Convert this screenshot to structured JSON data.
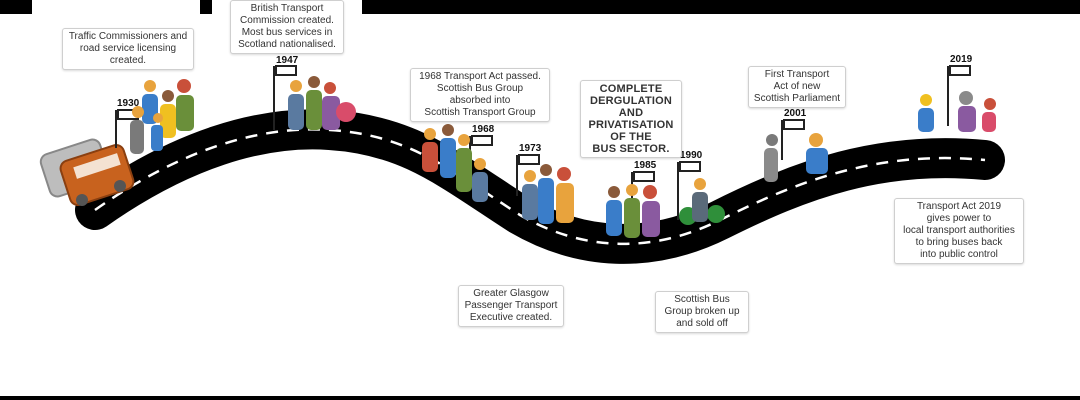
{
  "events": [
    {
      "id": "1930",
      "year": "1930",
      "text": "Traffic Commissioners and\nroad service licensing\ncreated."
    },
    {
      "id": "1947",
      "year": "1947",
      "text": "British Transport\nCommission created.\nMost bus services in\nScotland nationalised."
    },
    {
      "id": "1968",
      "year": "1968",
      "text": "1968 Transport Act passed.\nScottish Bus Group\nabsorbed into\nScottish Transport Group"
    },
    {
      "id": "1973",
      "year": "1973",
      "text": "Greater Glasgow\nPassenger Transport\nExecutive created."
    },
    {
      "id": "1985",
      "year": "1985",
      "text": "COMPLETE\nDERGULATION\nAND\nPRIVATISATION\nOF THE\nBUS SECTOR."
    },
    {
      "id": "1990",
      "year": "1990",
      "text": "Scottish Bus\nGroup broken up\nand sold off"
    },
    {
      "id": "2001",
      "year": "2001",
      "text": "First Transport\nAct of new\nScottish Parliament"
    },
    {
      "id": "2019",
      "year": "2019",
      "text": "Transport Act 2019\ngives power to\nlocal transport authorities\nto bring buses back\ninto public control"
    }
  ],
  "colors": {
    "road": "#000000",
    "dash": "#ffffff",
    "bus_front": "#c8621e",
    "bus_back": "#aaaaaa",
    "people": [
      "#e8a33d",
      "#3a7dc9",
      "#c9503a",
      "#6a8f3a",
      "#8a5aa0",
      "#f0c020",
      "#7a7a7a"
    ]
  },
  "icons": [
    "bus-icon",
    "bus-stop-sign-icon",
    "people-group-icon",
    "money-bag-icon",
    "person-icon"
  ]
}
